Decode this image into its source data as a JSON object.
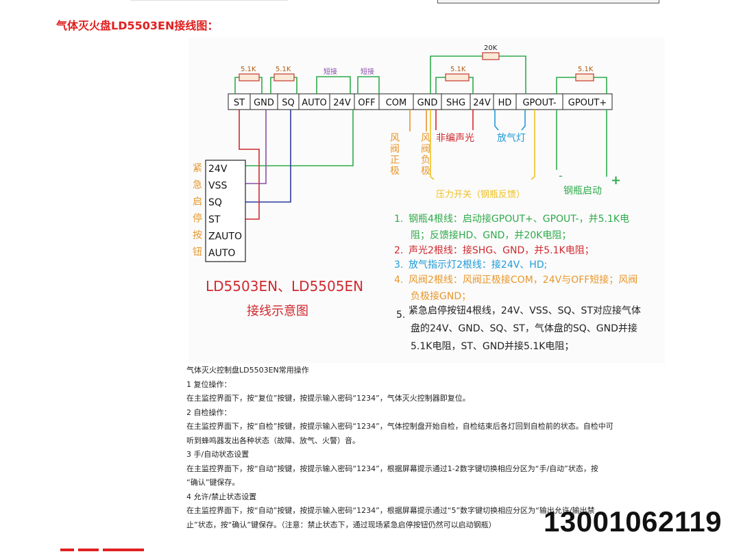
{
  "title": "气体灭火盘LD5503EN接线图：",
  "terminals": [
    "ST",
    "GND",
    "SQ",
    "AUTO",
    "24V",
    "OFF",
    "COM",
    "GND",
    "SHG",
    "24V",
    "HD",
    "GPOUT-",
    "GPOUT+"
  ],
  "resistor_labels": {
    "st_gnd": "5.1K",
    "gnd_sq": "5.1K",
    "auto_24v": "短接",
    "v24_off": "短接",
    "gnd_shg": "5.1K",
    "com_hd": "20K",
    "gpout": "5.1K"
  },
  "vertical_labels": {
    "valve_pos": "风阀正极",
    "valve_neg": "风阀负极"
  },
  "labels": {
    "non_programmed": "非编声光",
    "release_light": "放气灯",
    "pressure_switch": "压力开关（钢瓶反馈）",
    "cylinder_start": "钢瓶启动",
    "minus": "-",
    "plus": "+"
  },
  "button_box": {
    "side_label": "紧急启停按钮",
    "pins": [
      "24V",
      "VSS",
      "SQ",
      "ST",
      "ZAUTO",
      "AUTO"
    ]
  },
  "caption": {
    "line1": "LD5503EN、LD5505EN",
    "line2": "接线示意图"
  },
  "notes": [
    {
      "num": "1.",
      "color": "#2eaa4a",
      "lines": [
        "钢瓶4根线：启动接GPOUT+、GPOUT-，并5.1K电",
        "阻；反馈接HD、GND，并20K电阻；"
      ]
    },
    {
      "num": "2.",
      "color": "#d0282e",
      "lines": [
        "声光2根线：接SHG、GND，并5.1K电阻；"
      ]
    },
    {
      "num": "3.",
      "color": "#1e9ad6",
      "lines": [
        "放气指示灯2根线：接24V、HD;"
      ]
    },
    {
      "num": "4.",
      "color": "#e8962a",
      "lines": [
        "风阀2根线：风阀正极接COM，24V与OFF短接；风阀",
        "负极接GND；"
      ]
    },
    {
      "num": "5.",
      "color": "#222222",
      "lines": [
        "紧急启停按钮4根线，24V、VSS、SQ、ST对应接气体",
        "盘的24V、GND、SQ、ST，气体盘的SQ、GND并接",
        "5.1K电阻，ST、GND并接5.1K电阻；"
      ]
    }
  ],
  "operations": {
    "heading": "气体灭火控制盘LD5503EN常用操作",
    "lines": [
      "1  复位操作：",
      "在主监控界面下，按“复位”按键，按提示输入密码“1234”，气体灭火控制器即复位。",
      "2  自检操作：",
      "在主监控界面下，按“自检”按键，按提示输入密码“1234”，气体控制盘开始自检，自检结束后各灯回到自检前的状态。自检中可",
      "听到蜂鸣器发出各种状态（故障、放气、火警）音。",
      "3  手/自动状态设置",
      "在主监控界面下，按“自动”按键，按提示输入密码“1234”，根据屏幕提示通过1-2数字键切换相应分区为“手/自动”状态，按",
      "“确认”键保存。",
      "4  允许/禁止状态设置",
      "在主监控界面下，按“自动”按键，按提示输入密码“1234”，根据屏幕提示通过“5”数字键切换相应分区为“输出允许/输出禁",
      "止”状态，按“确认”键保存。（注意：禁止状态下，通过现场紧急启停按钮仍然可以启动钢瓶）"
    ]
  },
  "phone": "13001062119",
  "colors": {
    "red": "#d0282e",
    "green": "#2eaa4a",
    "blue": "#1e9ad6",
    "orange": "#e8962a",
    "purple": "#6b3fa0",
    "title_red": "#e02020"
  }
}
